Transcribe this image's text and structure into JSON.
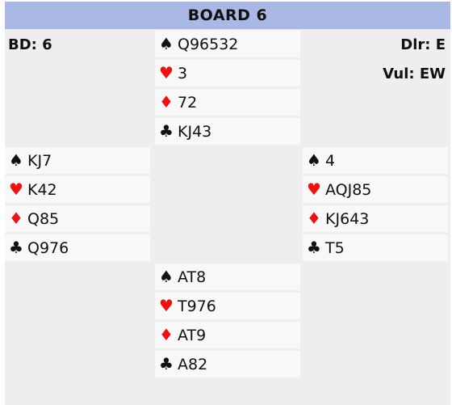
{
  "board_title": "BOARD 6",
  "info": {
    "board_number": "BD: 6",
    "dealer": "Dlr: E",
    "vulnerability": "Vul: EW"
  },
  "suit_symbols": {
    "spades": "♠",
    "hearts": "♥",
    "diamonds": "♦",
    "clubs": "♣"
  },
  "colors": {
    "header_bg": "#aab8e6",
    "board_bg": "#efeded",
    "cell_bg": "#f8f8f8",
    "red_suit": "#ee1111",
    "black_suit": "#111111"
  },
  "hands": {
    "north": {
      "spades": "Q96532",
      "hearts": "3",
      "diamonds": "72",
      "clubs": "KJ43"
    },
    "west": {
      "spades": "KJ7",
      "hearts": "K42",
      "diamonds": "Q85",
      "clubs": "Q976"
    },
    "east": {
      "spades": "4",
      "hearts": "AQJ85",
      "diamonds": "KJ643",
      "clubs": "T5"
    },
    "south": {
      "spades": "AT8",
      "hearts": "T976",
      "diamonds": "AT9",
      "clubs": "A82"
    }
  }
}
